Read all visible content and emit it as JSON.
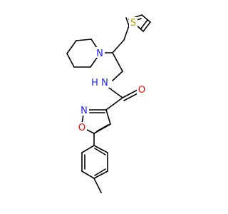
{
  "colors": {
    "bond": "#000000",
    "nitrogen": "#2020ff",
    "oxygen": "#ff0000",
    "sulfur": "#b2a000",
    "background": "#ffffff"
  },
  "atoms": {
    "thiophene_s": "S",
    "piperidine_n": "N",
    "amide_n": "N",
    "amide_h": "H",
    "carbonyl_o": "O",
    "isoxazole_n": "N",
    "isoxazole_o": "O"
  }
}
